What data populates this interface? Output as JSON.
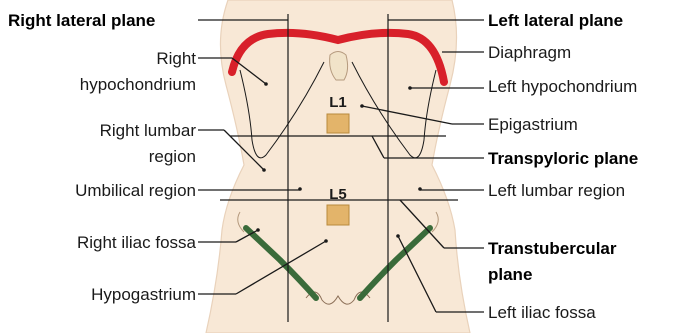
{
  "labels": {
    "right_lateral_plane": "Right lateral plane",
    "right_hypochondrium_1": "Right",
    "right_hypochondrium_2": "hypochondrium",
    "right_lumbar_1": "Right lumbar",
    "right_lumbar_2": "region",
    "umbilical_region": "Umbilical region",
    "right_iliac_fossa": "Right iliac fossa",
    "hypogastrium": "Hypogastrium",
    "left_lateral_plane": "Left lateral plane",
    "diaphragm": "Diaphragm",
    "left_hypochondrium": "Left hypochondrium",
    "epigastrium": "Epigastrium",
    "transpyloric_plane": "Transpyloric plane",
    "left_lumbar_region": "Left lumbar region",
    "transtubercular_plane_1": "Transtubercular",
    "transtubercular_plane_2": "plane",
    "left_iliac_fossa": "Left iliac fossa",
    "vertebra_l1": "L1",
    "vertebra_l5": "L5"
  },
  "colors": {
    "skin": "#f8e8d6",
    "skin_outline": "#e9d2bb",
    "diaphragm": "#d8202a",
    "iliac": "#3a6b3a",
    "vertebra": "#e3b46a",
    "plane_lines": "#1a1a1a"
  }
}
